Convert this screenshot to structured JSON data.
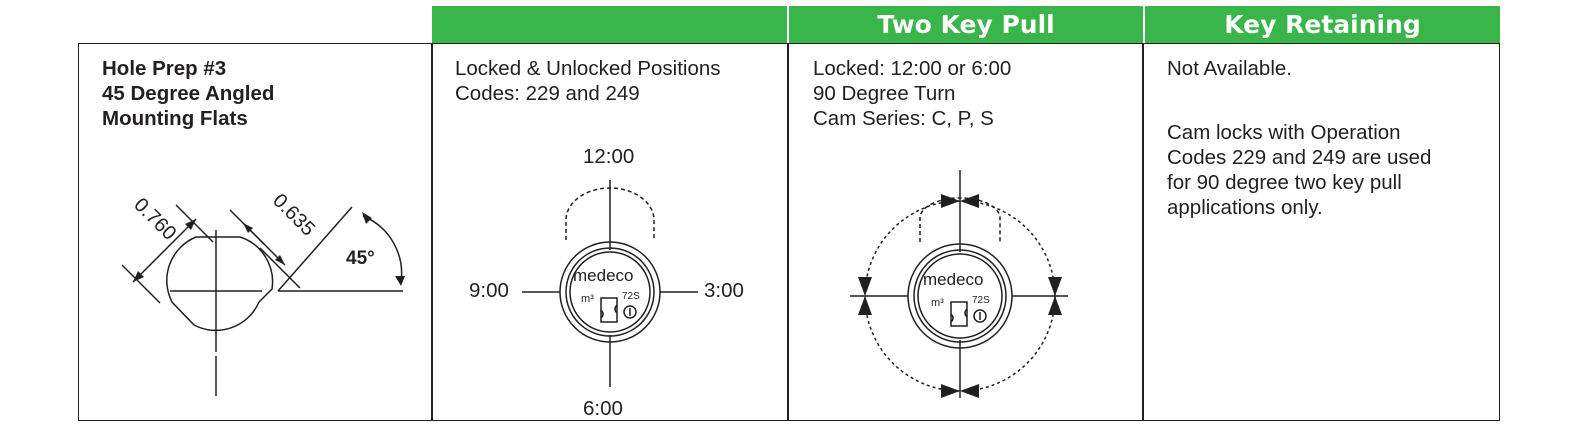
{
  "headers": {
    "col3": "Two Key Pull",
    "col4": "Key Retaining"
  },
  "col1": {
    "title_lines": [
      "Hole Prep #3",
      "45 Degree Angled",
      "Mounting Flats"
    ],
    "dimension_a": "0.760",
    "dimension_b": "0.635",
    "angle": "45°"
  },
  "col2": {
    "lines": [
      "Locked & Unlocked Positions",
      "Codes: 229 and 249"
    ],
    "positions": {
      "top": "12:00",
      "left": "9:00",
      "right": "3:00",
      "bottom": "6:00"
    },
    "lock_brand": "medeco",
    "lock_mark": "m³",
    "lock_code": "72S"
  },
  "col3": {
    "lines": [
      "Locked: 12:00 or 6:00",
      "90 Degree Turn",
      "Cam Series: C, P, S"
    ],
    "lock_brand": "medeco",
    "lock_mark": "m³",
    "lock_code": "72S"
  },
  "col4": {
    "line1": "Not Available.",
    "paragraph_lines": [
      "Cam locks with Operation",
      "Codes 229 and 249 are used",
      "for 90 degree two key pull",
      "applications only."
    ]
  },
  "colors": {
    "accent": "#3ab54a",
    "ink": "#231f20"
  }
}
